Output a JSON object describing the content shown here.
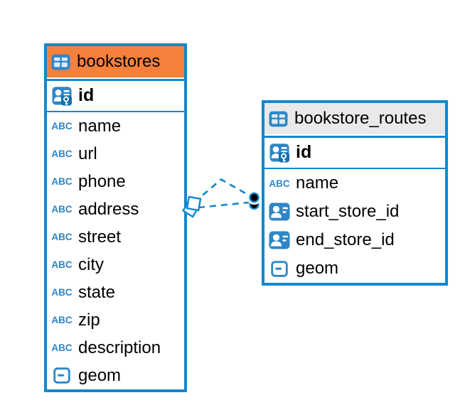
{
  "colors": {
    "table_border": "#1187CE",
    "connector": "#1187CE",
    "bookstores_header": "#F5803C",
    "routes_header": "#E9E9E9",
    "icon_blue": "#2E86C8",
    "icon_blue_dark": "#1170B2",
    "icon_cell": "#DCEBF7",
    "row_text": "#000000"
  },
  "icons": {
    "text_type_glyph": "ABC"
  },
  "tables": [
    {
      "title": "bookstores",
      "primary_key": {
        "name": "id",
        "type": "primary-key"
      },
      "columns": [
        {
          "name": "name",
          "type": "text"
        },
        {
          "name": "url",
          "type": "text"
        },
        {
          "name": "phone",
          "type": "text"
        },
        {
          "name": "address",
          "type": "text"
        },
        {
          "name": "street",
          "type": "text"
        },
        {
          "name": "city",
          "type": "text"
        },
        {
          "name": "state",
          "type": "text"
        },
        {
          "name": "zip",
          "type": "text"
        },
        {
          "name": "description",
          "type": "text"
        },
        {
          "name": "geom",
          "type": "geometry"
        }
      ]
    },
    {
      "title": "bookstore_routes",
      "primary_key": {
        "name": "id",
        "type": "primary-key"
      },
      "columns": [
        {
          "name": "name",
          "type": "text"
        },
        {
          "name": "start_store_id",
          "type": "reference"
        },
        {
          "name": "end_store_id",
          "type": "reference"
        },
        {
          "name": "geom",
          "type": "geometry"
        }
      ]
    }
  ],
  "connector": {
    "from_table": "bookstores",
    "to_table": "bookstore_routes",
    "line_count": 2,
    "line_style": "dashed",
    "start_marker": "stacked-squares",
    "end_marker": "stacked-black-dots"
  }
}
